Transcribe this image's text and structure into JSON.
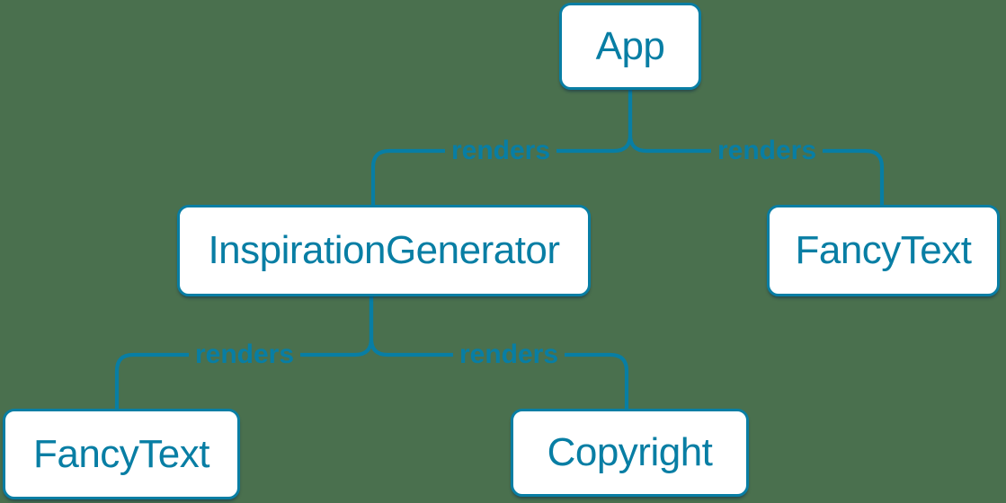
{
  "diagram": {
    "type": "component-render-tree",
    "colors": {
      "background": "#4a704e",
      "line": "#087EA4",
      "node_bg": "#ffffff",
      "node_text": "#087EA4"
    },
    "nodes": [
      {
        "id": "app",
        "label": "App"
      },
      {
        "id": "inspiration-generator",
        "label": "InspirationGenerator"
      },
      {
        "id": "fancy-text-top",
        "label": "FancyText"
      },
      {
        "id": "fancy-text-bottom",
        "label": "FancyText"
      },
      {
        "id": "copyright",
        "label": "Copyright"
      }
    ],
    "edges": [
      {
        "from": "App",
        "to": "InspirationGenerator",
        "label": "renders"
      },
      {
        "from": "App",
        "to": "FancyText",
        "label": "renders"
      },
      {
        "from": "InspirationGenerator",
        "to": "FancyText",
        "label": "renders"
      },
      {
        "from": "InspirationGenerator",
        "to": "Copyright",
        "label": "renders"
      }
    ]
  }
}
